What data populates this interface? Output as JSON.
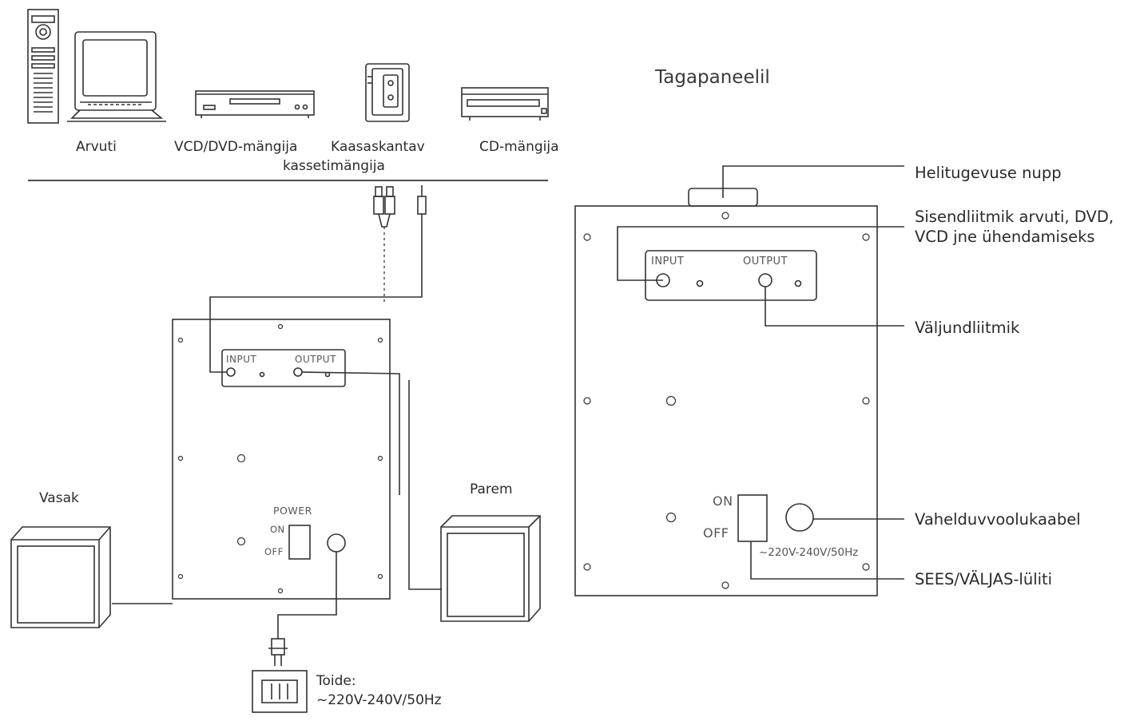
{
  "devices": {
    "computer": "Arvuti",
    "vcd_dvd": "VCD/DVD-mängija",
    "portable_line1": "Kaasaskantav",
    "portable_line2": "kassetimängija",
    "cd": "CD-mängija"
  },
  "speakers": {
    "left": "Vasak",
    "right": "Parem"
  },
  "power_source": {
    "label": "Toide:",
    "spec": "~220V-240V/50Hz"
  },
  "subwoofer_panel": {
    "input": "INPUT",
    "output": "OUTPUT",
    "power": "POWER",
    "on": "ON",
    "off": "OFF"
  },
  "rear_panel": {
    "title": "Tagapaneelil",
    "input": "INPUT",
    "output": "OUTPUT",
    "on": "ON",
    "off": "OFF",
    "rating": "~220V-240V/50Hz"
  },
  "callouts": {
    "volume_knob": "Helitugevuse nupp",
    "input_jack_line1": "Sisendliitmik arvuti, DVD,",
    "input_jack_line2": "VCD jne ühendamiseks",
    "output_jack": "Väljundliitmik",
    "ac_cable": "Vahelduvvoolukaabel",
    "on_off_switch": "SEES/VÄLJAS-lüliti"
  }
}
